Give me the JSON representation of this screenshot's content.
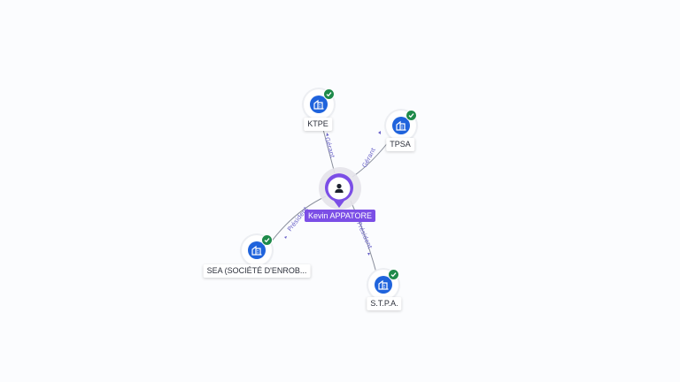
{
  "graph": {
    "center": {
      "name": "Kevin APPATORE",
      "accent_color": "#7b4ee6",
      "icon": "person-icon"
    },
    "companies": [
      {
        "id": "ktpe",
        "label": "KTPE",
        "relation": "Gérant",
        "verified": true,
        "icon": "building-icon"
      },
      {
        "id": "tpsa",
        "label": "TPSA",
        "relation": "Gérant",
        "verified": true,
        "icon": "building-icon"
      },
      {
        "id": "sea",
        "label": "SEA (SOCIÉTÉ D'ENROB...",
        "relation": "Président",
        "verified": true,
        "icon": "building-icon"
      },
      {
        "id": "stpa",
        "label": "S.T.P.A.",
        "relation": "Président",
        "verified": true,
        "icon": "building-icon"
      }
    ],
    "colors": {
      "company_icon": "#1f63dc",
      "verified_badge": "#1e8a4a",
      "relation_text": "#6a63c9",
      "edge": "#8a8f9c"
    }
  }
}
